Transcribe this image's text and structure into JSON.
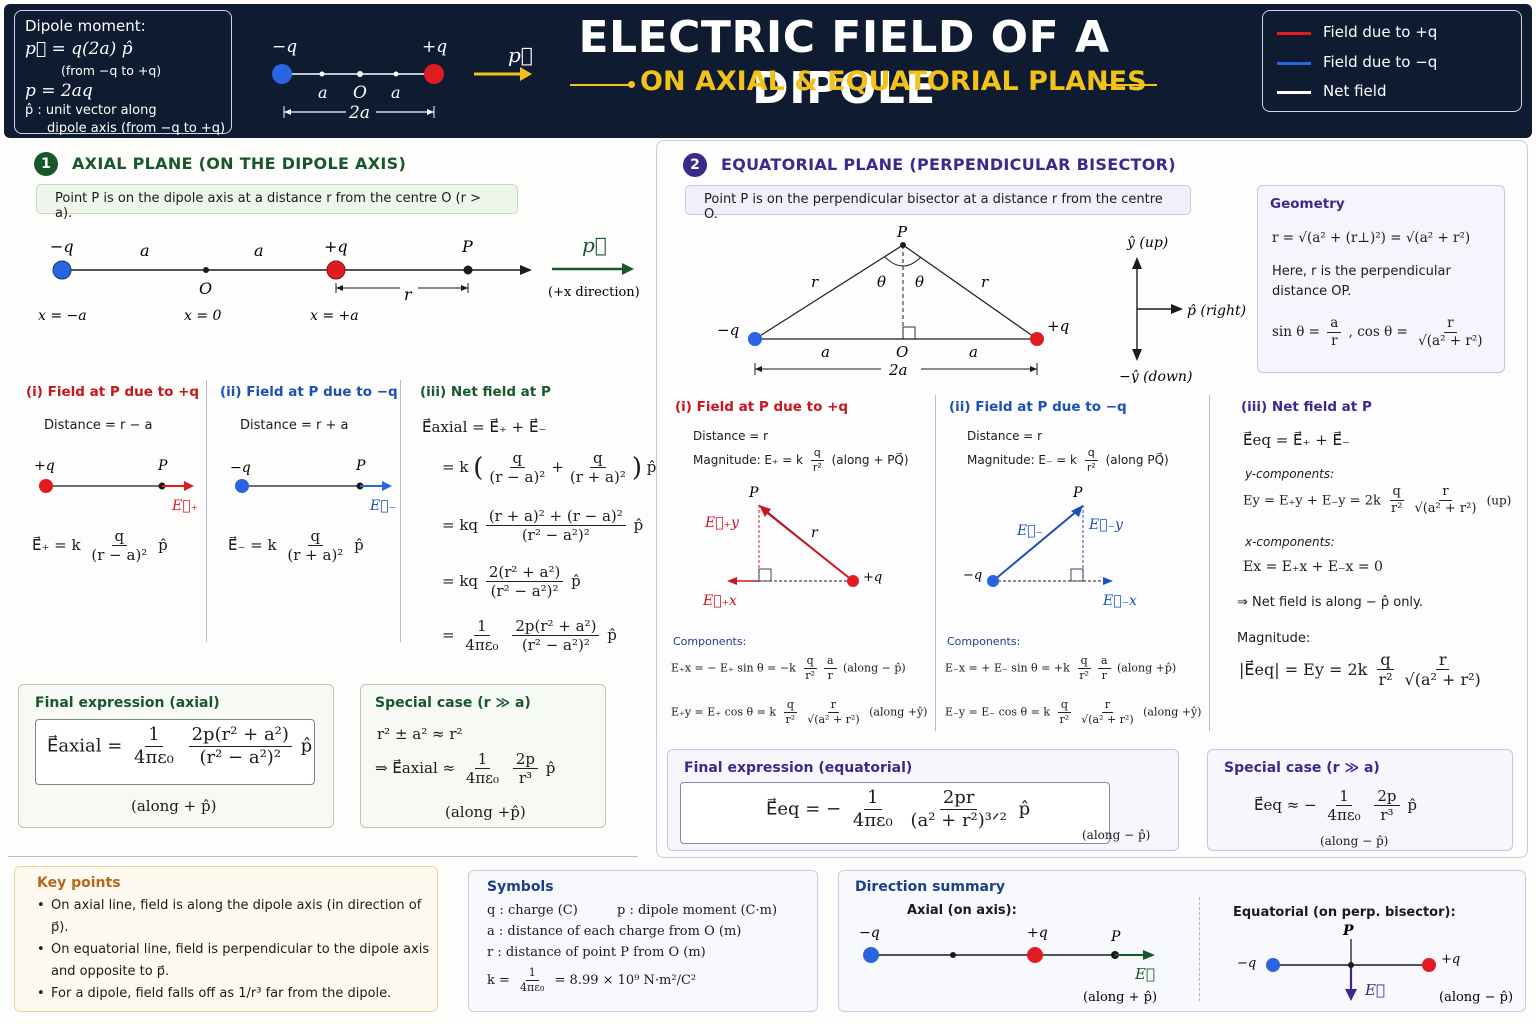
{
  "header": {
    "title": "ELECTRIC FIELD OF A DIPOLE",
    "subtitle": "ON AXIAL & EQUATORIAL PLANES",
    "dipole_box": {
      "heading": "Dipole moment:",
      "eq1": "p⃗ = q(2a) p̂",
      "eq1_note": "(from −q to +q)",
      "eq2": "p = 2aq",
      "eq3a": "p̂ : unit vector along",
      "eq3b": "dipole axis (from −q to +q)"
    },
    "dipole_figure": {
      "neg": "−q",
      "pos": "+q",
      "a_left": "a",
      "origin": "O",
      "a_right": "a",
      "width": "2a",
      "p_vector": "p⃗"
    },
    "legend": [
      {
        "label": "Field due to +q",
        "color": "#e21b22"
      },
      {
        "label": "Field due to −q",
        "color": "#2a64e0"
      },
      {
        "label": "Net field",
        "color": "#ffffff"
      }
    ]
  },
  "axial": {
    "number": "1",
    "heading": "AXIAL PLANE  (ON THE DIPOLE AXIS)",
    "note": "Point P is on the dipole axis at a distance r from the centre O (r > a).",
    "diagram": {
      "neg": "−q",
      "pos": "+q",
      "a1": "a",
      "a2": "a",
      "point": "P",
      "origin": "O",
      "r": "r",
      "x_neg": "x = −a",
      "x_zero": "x = 0",
      "x_pos": "x = +a",
      "p_vec": "p⃗",
      "dir": "(+x direction)"
    },
    "part1": {
      "title": "(i)  Field at P due to +q",
      "distance": "Distance  =  r − a",
      "charge": "+q",
      "point": "P",
      "vec": "E⃗₊",
      "lhs": "E⃗₊  =  k",
      "num": "q",
      "den": "(r − a)²",
      "unit": "p̂"
    },
    "part2": {
      "title": "(ii)  Field at P due to −q",
      "distance": "Distance  =  r + a",
      "charge": "−q",
      "point": "P",
      "vec": "E⃗₋",
      "lhs": "E⃗₋  =  k",
      "num": "q",
      "den": "(r + a)²",
      "unit": "p̂"
    },
    "part3": {
      "title": "(iii)  Net field at P",
      "line1": "E⃗axial  =  E⃗₊ + E⃗₋",
      "l2_pre": "=  k",
      "l2_n1": "q",
      "l2_d1": "(r − a)²",
      "l2_plus": "+",
      "l2_n2": "q",
      "l2_d2": "(r + a)²",
      "l2_post": "p̂",
      "l3_pre": "=  kq",
      "l3_n": "(r + a)² + (r − a)²",
      "l3_d": "(r² − a²)²",
      "l3_post": "p̂",
      "l4_pre": "=  kq",
      "l4_n": "2(r² + a²)",
      "l4_d": "(r² − a²)²",
      "l4_post": "p̂",
      "l5_pre": "=",
      "l5_n1": "1",
      "l5_d1": "4πε₀",
      "l5_n2": "2p(r² + a²)",
      "l5_d2": "(r² − a²)²",
      "l5_post": "p̂"
    },
    "final": {
      "title": "Final expression (axial)",
      "lhs": "E⃗axial  =",
      "n1": "1",
      "d1": "4πε₀",
      "n2": "2p(r² + a²)",
      "d2": "(r² − a²)²",
      "unit": "p̂",
      "along": "(along + p̂)"
    },
    "special": {
      "title": "Special case (r ≫ a)",
      "approx": "r² ± a² ≈ r²",
      "lhs": "⇒   E⃗axial  ≈",
      "n1": "1",
      "d1": "4πε₀",
      "n2": "2p",
      "d2": "r³",
      "unit": "p̂",
      "along": "(along +p̂)"
    }
  },
  "equatorial": {
    "number": "2",
    "heading": "EQUATORIAL PLANE  (PERPENDICULAR BISECTOR)",
    "note": "Point P is on the perpendicular bisector at a distance r from the centre O.",
    "diagram": {
      "point": "P",
      "r_left": "r",
      "r_right": "r",
      "theta1": "θ",
      "theta2": "θ",
      "neg": "−q",
      "pos": "+q",
      "a1": "a",
      "origin": "O",
      "a2": "a",
      "width": "2a",
      "up": "ŷ (up)",
      "right": "p̂ (right)",
      "down": "−ŷ (down)"
    },
    "geometry": {
      "title": "Geometry",
      "eq": "r  =  √(a² + (r⊥)²)  =  √(a² + r²)",
      "text1": "Here, r is the perpendicular",
      "text2": "distance OP.",
      "sin": "sin θ  =",
      "sin_n": "a",
      "sin_d": "r",
      "cos": ",   cos θ  =",
      "cos_n": "r",
      "cos_d": "√(a² + r²)"
    },
    "part1": {
      "title": "(i)  Field at P due to +q",
      "distance": "Distance  =  r",
      "mag": "Magnitude:  E₊  =  k",
      "mag_n": "q",
      "mag_d": "r²",
      "mag_note": "(along + PQ⃗)",
      "fig": {
        "point": "P",
        "ey": "E⃗₊y",
        "r": "r",
        "charge": "+q",
        "ex": "E⃗₊x"
      },
      "components": "Components:",
      "cx": "E₊x  =  − E₊ sin θ  =  −k",
      "cx_n1": "q",
      "cx_d1": "r²",
      "cx_n2": "a",
      "cx_d2": "r",
      "cx_note": "(along − p̂)",
      "cy": "E₊y  =  E₊ cos θ  =  k",
      "cy_n1": "q",
      "cy_d1": "r²",
      "cy_n2": "r",
      "cy_d2": "√(a² + r²)",
      "cy_note": "(along +ŷ)"
    },
    "part2": {
      "title": "(ii)  Field at P due to −q",
      "distance": "Distance  =  r",
      "mag": "Magnitude:  E₋  =  k",
      "mag_n": "q",
      "mag_d": "r²",
      "mag_note": "(along PQ⃗)",
      "fig": {
        "point": "P",
        "e": "E⃗₋",
        "ey": "E⃗₋y",
        "charge": "−q",
        "ex": "E⃗₋x"
      },
      "components": "Components:",
      "cx": "E₋x  =  + E₋  sin θ  =  +k",
      "cx_n1": "q",
      "cx_d1": "r²",
      "cx_n2": "a",
      "cx_d2": "r",
      "cx_note": "(along +p̂)",
      "cy": "E₋y  =  E₋  cos θ  =  k",
      "cy_n1": "q",
      "cy_d1": "r²",
      "cy_n2": "r",
      "cy_d2": "√(a² + r²)",
      "cy_note": "(along +ŷ)"
    },
    "part3": {
      "title": "(iii)  Net field at P",
      "line1": "E⃗eq  =  E⃗₊ + E⃗₋",
      "ycomp": "y-components:",
      "ey": "Ey  =  E₊y + E₋y  =  2k",
      "ey_n1": "q",
      "ey_d1": "r²",
      "ey_n2": "r",
      "ey_d2": "√(a² + r²)",
      "ey_note": "(up)",
      "xcomp": "x-components:",
      "ex": "Ex  =  E₊x + E₋x  =  0",
      "net": "⇒   Net field is along  − p̂  only.",
      "magnitude": "Magnitude:",
      "mag": "|E⃗eq|  =  Ey  =  2k",
      "mag_n1": "q",
      "mag_d1": "r²",
      "mag_n2": "r",
      "mag_d2": "√(a² + r²)"
    },
    "final": {
      "title": "Final expression (equatorial)",
      "lhs": "E⃗eq   =   −",
      "n1": "1",
      "d1": "4πε₀",
      "n2": "2pr",
      "d2": "(a² + r²)³ᐟ²",
      "unit": "p̂",
      "along": "(along − p̂)"
    },
    "special": {
      "title": "Special case  (r ≫ a)",
      "lhs": "E⃗eq   ≈   −",
      "n1": "1",
      "d1": "4πε₀",
      "n2": "2p",
      "d2": "r³",
      "unit": "p̂",
      "along": "(along − p̂)"
    }
  },
  "key_points": {
    "title": "Key points",
    "items": [
      "On axial line, field is along the dipole axis (in direction of p⃗).",
      "On equatorial line, field is perpendicular to the dipole axis and opposite to p⃗.",
      "For a dipole, field falls off as 1/r³ far from the dipole."
    ]
  },
  "symbols": {
    "title": "Symbols",
    "q": "q  :   charge (C)",
    "p": "p  :   dipole moment (C·m)",
    "a": "a  :   distance of each charge from O (m)",
    "r": "r  :   distance of point P from O (m)",
    "k_lhs": "k  =",
    "k_n": "1",
    "k_d": "4πε₀",
    "k_rhs": "=  8.99 × 10⁹ N·m²/C²"
  },
  "direction": {
    "title": "Direction summary",
    "axial_label": "Axial (on axis):",
    "axial_fig": {
      "neg": "−q",
      "pos": "+q",
      "point": "P",
      "vec": "E⃗",
      "along": "(along + p̂)"
    },
    "eq_label": "Equatorial (on perp. bisector):",
    "eq_fig": {
      "neg": "−q",
      "pos": "+q",
      "point": "P",
      "vec": "E⃗",
      "along": "(along − p̂)"
    }
  }
}
